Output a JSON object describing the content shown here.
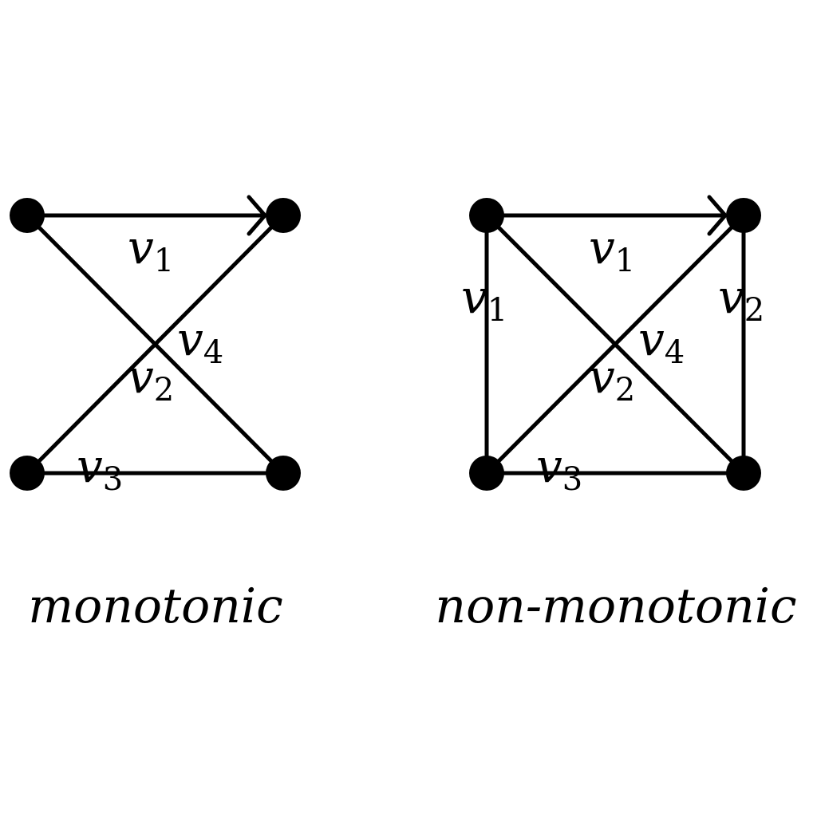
{
  "panels": [
    {
      "caption": "monotonic",
      "labels": {
        "top": {
          "var": "v",
          "sub": "1"
        },
        "center": {
          "var": "v",
          "sub": "4"
        },
        "cross": {
          "var": "v",
          "sub": "2"
        },
        "bottom": {
          "var": "v",
          "sub": "3"
        }
      }
    },
    {
      "caption": "non-monotonic",
      "labels": {
        "top": {
          "var": "v",
          "sub": "1"
        },
        "left": {
          "var": "v",
          "sub": "1"
        },
        "right": {
          "var": "v",
          "sub": "2"
        },
        "center": {
          "var": "v",
          "sub": "4"
        },
        "cross": {
          "var": "v",
          "sub": "2"
        },
        "bottom": {
          "var": "v",
          "sub": "3"
        }
      }
    }
  ]
}
